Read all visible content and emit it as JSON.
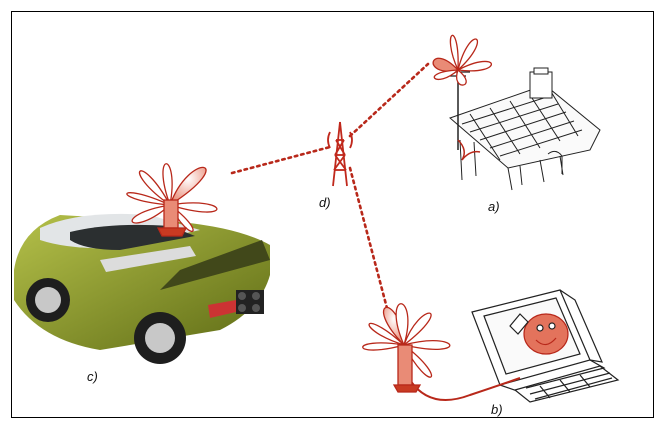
{
  "labels": {
    "a": "a)",
    "b": "b)",
    "c": "c)",
    "d": "d)"
  },
  "colors": {
    "link": "#b8281a",
    "antenna": "#c83a22",
    "car_body": "#8a9a2c",
    "car_light": "#dde0e2",
    "sketch": "#222222"
  },
  "icons": [
    "house-sketch-icon",
    "computer-sketch-icon",
    "car-photo-icon",
    "tower-icon",
    "antenna-pattern-icon"
  ]
}
